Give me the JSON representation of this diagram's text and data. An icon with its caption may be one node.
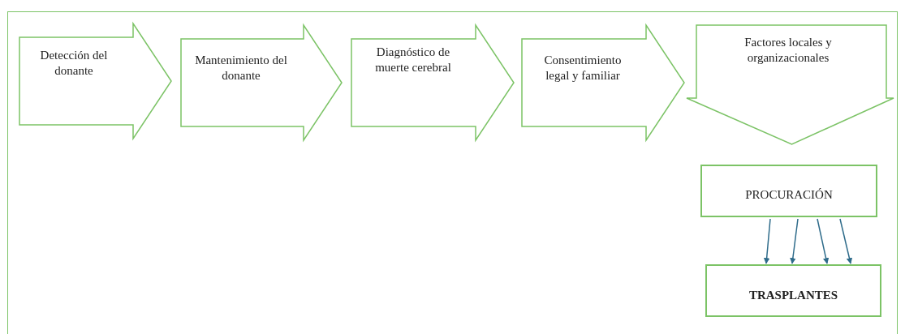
{
  "diagram": {
    "nodes": [
      {
        "text": [
          "Detección del donante"
        ]
      },
      {
        "text": [
          "Mantenimiento del donante"
        ]
      },
      {
        "text": [
          "Diagnóstico de muerte cerebral"
        ]
      },
      {
        "text": [
          "Consentimiento legal y familiar"
        ]
      },
      {
        "text": [
          "Factores locales y organizacionales"
        ]
      },
      {
        "text": [
          "PROCURACIÓN"
        ]
      },
      {
        "text": [
          "TRASPLANTES"
        ]
      }
    ],
    "edges": [
      {
        "from": 5,
        "to": 6,
        "arrow": "to"
      },
      {
        "from": 5,
        "to": 6,
        "arrow": "to"
      },
      {
        "from": 5,
        "to": 6,
        "arrow": "to"
      },
      {
        "from": 5,
        "to": 6,
        "arrow": "to"
      }
    ]
  }
}
